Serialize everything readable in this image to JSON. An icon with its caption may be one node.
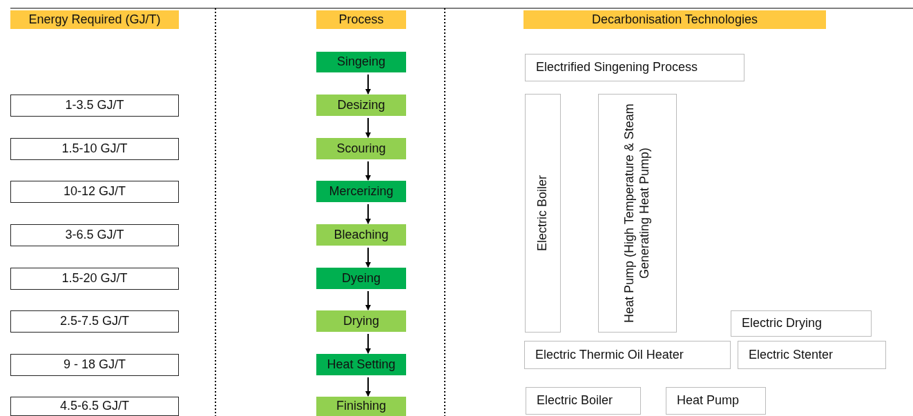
{
  "diagram": {
    "nodes": [
      {
        "text": [
          "Energy Required (GJ/T)"
        ]
      },
      {
        "text": [
          "Process"
        ]
      },
      {
        "text": [
          "Decarbonisation Technologies"
        ]
      },
      {
        "text": [
          "Singeing"
        ]
      },
      {
        "text": [
          "Desizing"
        ]
      },
      {
        "text": [
          "Scouring"
        ]
      },
      {
        "text": [
          "Mercerizing"
        ]
      },
      {
        "text": [
          "Bleaching"
        ]
      },
      {
        "text": [
          "Dyeing"
        ]
      },
      {
        "text": [
          "Drying"
        ]
      },
      {
        "text": [
          "Heat Setting"
        ]
      },
      {
        "text": [
          "Finishing"
        ]
      },
      {
        "text": [
          "1-3.5 GJ/T"
        ]
      },
      {
        "text": [
          "1.5-10 GJ/T"
        ]
      },
      {
        "text": [
          "10-12 GJ/T"
        ]
      },
      {
        "text": [
          "3-6.5 GJ/T"
        ]
      },
      {
        "text": [
          "1.5-20 GJ/T"
        ]
      },
      {
        "text": [
          "2.5-7.5 GJ/T"
        ]
      },
      {
        "text": [
          "9 - 18 GJ/T"
        ]
      },
      {
        "text": [
          "4.5-6.5 GJ/T"
        ]
      },
      {
        "text": [
          "Electrified Singening Process"
        ]
      },
      {
        "text": [
          "Electric Boiler"
        ]
      },
      {
        "text": [
          "Heat Pump (High Temperature & Steam Generating Heat Pump)"
        ]
      },
      {
        "text": [
          "Electric Drying"
        ]
      },
      {
        "text": [
          "Electric Thermic Oil Heater"
        ]
      },
      {
        "text": [
          "Electric Stenter"
        ]
      },
      {
        "text": [
          "Electric Boiler"
        ]
      },
      {
        "text": [
          "Heat Pump"
        ]
      }
    ],
    "edges": [
      {
        "from": 3,
        "to": 4,
        "arrow": "to"
      },
      {
        "from": 4,
        "to": 5,
        "arrow": "to"
      },
      {
        "from": 5,
        "to": 6,
        "arrow": "to"
      },
      {
        "from": 6,
        "to": 7,
        "arrow": "to"
      },
      {
        "from": 7,
        "to": 8,
        "arrow": "to"
      },
      {
        "from": 8,
        "to": 9,
        "arrow": "to"
      },
      {
        "from": 9,
        "to": 10,
        "arrow": "to"
      },
      {
        "from": 10,
        "to": 11,
        "arrow": "to"
      }
    ]
  }
}
